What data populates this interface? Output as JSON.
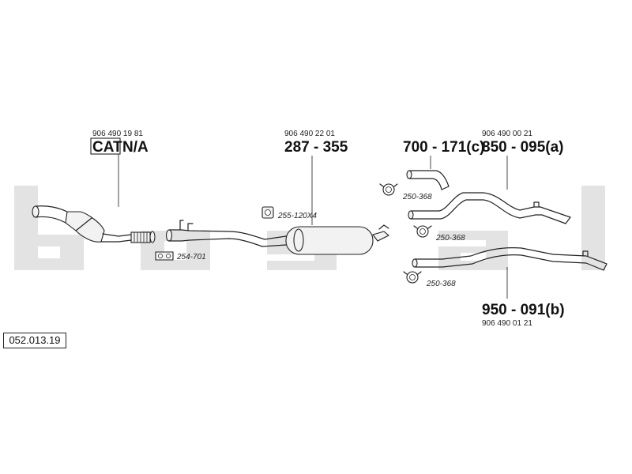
{
  "brand": {
    "watermark_color": "#e3e3e3"
  },
  "reference_number": "052.013.19",
  "parts": {
    "catalyst": {
      "oe_number": "906 490 19 81",
      "cat_label": "CAT",
      "bosal_number": "N/A"
    },
    "middle_silencer": {
      "oe_number": "906 490 22 01",
      "bosal_number": "287 - 355"
    },
    "tail_pipe_a": {
      "oe_number": "906 490 00 21",
      "bosal_number": "850 - 095(a)"
    },
    "pipe_c": {
      "bosal_number": "700 - 171(c)"
    },
    "tail_pipe_b": {
      "oe_number": "906 490 01 21",
      "bosal_number": "950 - 091(b)"
    }
  },
  "accessories": {
    "gasket": "254-701",
    "rubber_mount": "255-120X4",
    "clamp_1": "250-368",
    "clamp_2": "250-368",
    "clamp_3": "250-368"
  }
}
